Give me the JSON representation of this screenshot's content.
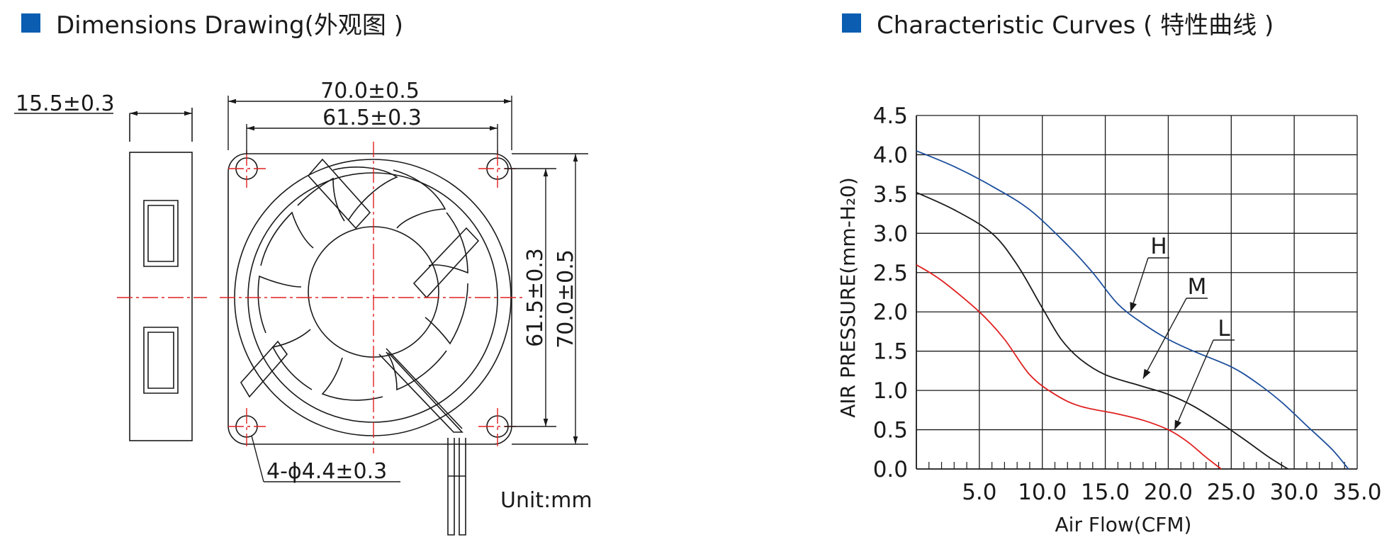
{
  "left_section": {
    "title": "Dimensions Drawing(外观图 )",
    "bullet_color": "#0a5db0",
    "dimensions": {
      "thickness": "15.5±0.3",
      "width_overall": "70.0±0.5",
      "width_holes": "61.5±0.3",
      "height_holes": "61.5±0.3",
      "height_overall": "70.0±0.5",
      "holes": "4-ϕ4.4±0.3"
    },
    "unit": "Unit:mm"
  },
  "right_section": {
    "title": "Characteristic Curves ( 特性曲线 )",
    "bullet_color": "#0a5db0"
  },
  "chart_data": {
    "type": "line",
    "xlabel": "Air Flow(CFM)",
    "ylabel": "AIR PRESSURE(mm-H₂0)",
    "xlim": [
      0,
      35
    ],
    "ylim": [
      0,
      4.5
    ],
    "x_ticks": [
      "5.0",
      "10.0",
      "15.0",
      "20.0",
      "25.0",
      "30.0",
      "35.0"
    ],
    "y_ticks": [
      "0.0",
      "0.5",
      "1.0",
      "1.5",
      "2.0",
      "2.5",
      "3.0",
      "3.5",
      "4.0",
      "4.5"
    ],
    "grid": true,
    "series": [
      {
        "name": "H",
        "color": "#1d4f9c",
        "x": [
          0,
          3,
          6,
          9,
          12,
          14,
          16,
          18,
          20,
          22,
          25,
          27,
          29,
          31,
          33,
          34.3
        ],
        "y": [
          4.05,
          3.85,
          3.6,
          3.3,
          2.85,
          2.5,
          2.1,
          1.85,
          1.65,
          1.5,
          1.3,
          1.1,
          0.85,
          0.55,
          0.25,
          0.0
        ]
      },
      {
        "name": "M",
        "color": "#1a1a1a",
        "x": [
          0,
          3,
          6,
          8,
          10,
          11.5,
          13,
          15,
          18,
          20,
          22,
          24,
          26,
          28,
          29.5
        ],
        "y": [
          3.52,
          3.3,
          3.0,
          2.6,
          2.05,
          1.65,
          1.4,
          1.2,
          1.05,
          0.95,
          0.8,
          0.6,
          0.38,
          0.15,
          0.0
        ]
      },
      {
        "name": "L",
        "color": "#e02020",
        "x": [
          0,
          2,
          5,
          7,
          9,
          11,
          13,
          16,
          18,
          20,
          21.5,
          23,
          24.2
        ],
        "y": [
          2.6,
          2.4,
          2.0,
          1.65,
          1.2,
          0.95,
          0.8,
          0.7,
          0.62,
          0.5,
          0.35,
          0.15,
          0.0
        ]
      }
    ]
  }
}
